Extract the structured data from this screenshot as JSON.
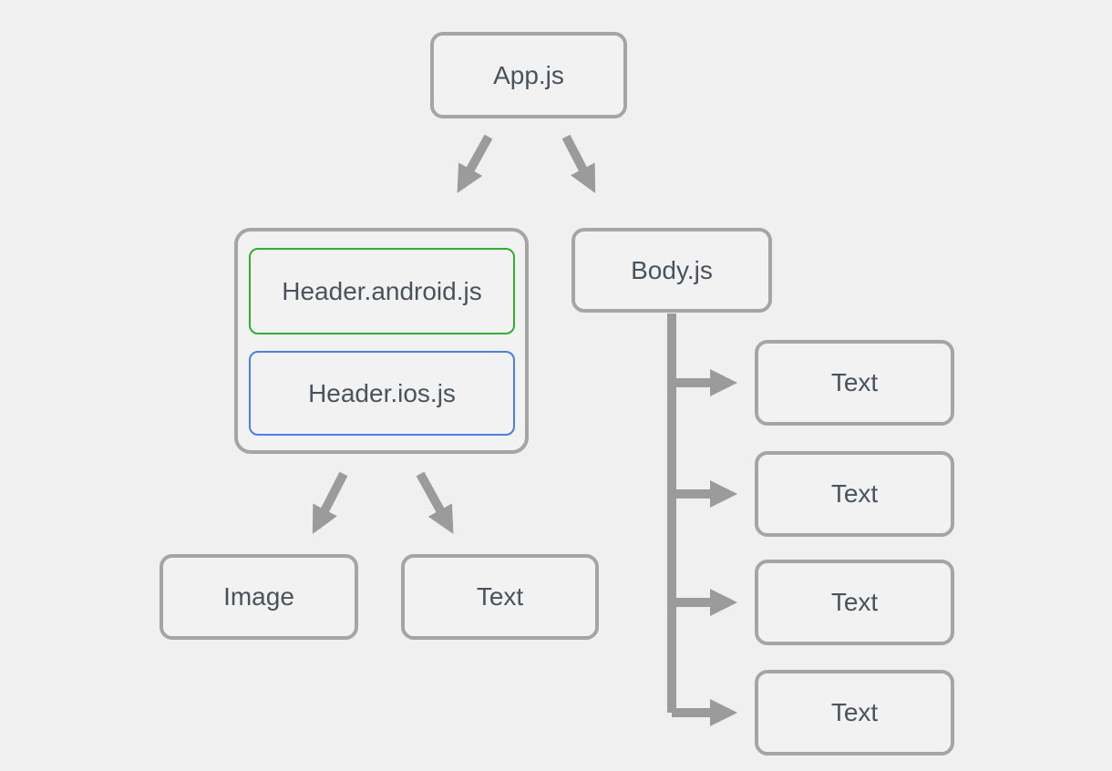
{
  "colors": {
    "bg": "#f0f0f1",
    "node_fill": "#f2f2f3",
    "node_border": "#a5a5a5",
    "arrow": "#9b9b9b",
    "text": "#49535c",
    "android": "#2cb22c",
    "ios": "#477ef0"
  },
  "nodes": {
    "app": {
      "label": "App.js"
    },
    "header_android": {
      "label": "Header.android.js"
    },
    "header_ios": {
      "label": "Header.ios.js"
    },
    "body": {
      "label": "Body.js"
    },
    "image": {
      "label": "Image"
    },
    "text_header": {
      "label": "Text"
    },
    "text_body_1": {
      "label": "Text"
    },
    "text_body_2": {
      "label": "Text"
    },
    "text_body_3": {
      "label": "Text"
    },
    "text_body_4": {
      "label": "Text"
    }
  }
}
